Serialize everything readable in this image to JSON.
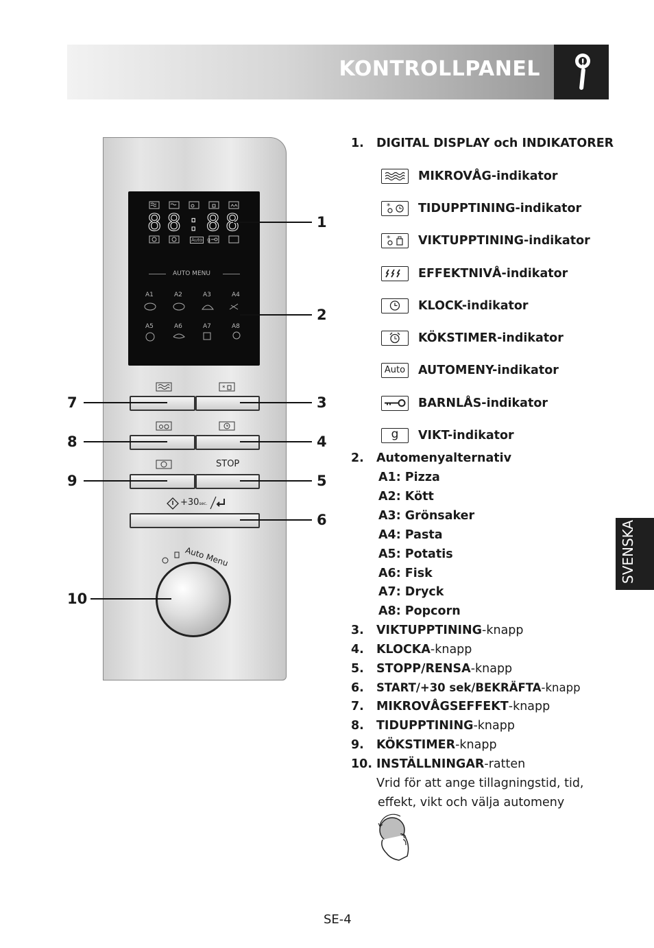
{
  "header": {
    "title": "KONTROLLPANEL"
  },
  "panel": {
    "display": {
      "digits": "88:88",
      "auto_menu_label": "AUTO MENU",
      "auto_indicator": "Auto",
      "menu_codes": [
        "A1",
        "A2",
        "A3",
        "A4",
        "A5",
        "A6",
        "A7",
        "A8"
      ]
    },
    "stop_label": "STOP",
    "start_label": "+30",
    "start_sub": "sec.",
    "knob_label": "Auto Menu"
  },
  "callouts": [
    "1",
    "2",
    "3",
    "4",
    "5",
    "6",
    "7",
    "8",
    "9",
    "10"
  ],
  "section1": {
    "number": "1.",
    "title": "DIGITAL DISPLAY och INDIKATORER",
    "indicators": [
      {
        "icon": "microwave-icon",
        "label": "MIKROVÅG-indikator"
      },
      {
        "icon": "time-defrost-icon",
        "label": "TIDUPPTINING-indikator"
      },
      {
        "icon": "weight-defrost-icon",
        "label": "VIKTUPPTINING-indikator"
      },
      {
        "icon": "power-level-icon",
        "label": "EFFEKTNIVÅ-indikator"
      },
      {
        "icon": "clock-icon",
        "label": "KLOCK-indikator"
      },
      {
        "icon": "kitchen-timer-icon",
        "label": "KÖKSTIMER-indikator"
      },
      {
        "icon": "auto-menu-icon",
        "label": "AUTOMENY-indikator",
        "box_text": "Auto"
      },
      {
        "icon": "child-lock-icon",
        "label": "BARNLÅS-indikator"
      },
      {
        "icon": "weight-icon",
        "label": "VIKT-indikator",
        "box_text": "g"
      }
    ]
  },
  "section2": {
    "number": "2.",
    "title": "Automenyalternativ",
    "items": [
      "A1: Pizza",
      "A2: Kött",
      "A3: Grönsaker",
      "A4: Pasta",
      "A5: Potatis",
      "A6: Fisk",
      "A7: Dryck",
      "A8: Popcorn"
    ]
  },
  "list": [
    {
      "num": "3.",
      "bold": "VIKTUPPTINING",
      "rest": "-knapp"
    },
    {
      "num": "4.",
      "bold": "KLOCKA",
      "rest": "-knapp"
    },
    {
      "num": "5.",
      "bold": "STOPP/RENSA",
      "rest": "-knapp"
    },
    {
      "num": "6.",
      "bold": "START/+30 sek/BEKRÄFTA",
      "rest": "-knapp"
    },
    {
      "num": "7.",
      "bold": "MIKROVÅGSEFFEKT",
      "rest": "-knapp"
    },
    {
      "num": "8.",
      "bold": "TIDUPPTINING",
      "rest": "-knapp"
    },
    {
      "num": "9.",
      "bold": "KÖKSTIMER",
      "rest": "-knapp"
    },
    {
      "num": "10.",
      "bold": "INSTÄLLNINGAR",
      "rest": "-ratten"
    }
  ],
  "dial_description": [
    "Vrid för att ange tillagningstid, tid,",
    "effekt, vikt och välja automeny"
  ],
  "side_tab": "SVENSKA",
  "page_number": "SE-4"
}
